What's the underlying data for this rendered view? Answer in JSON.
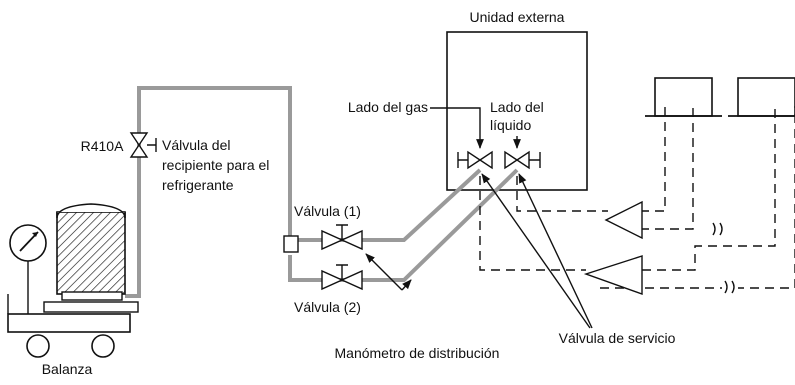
{
  "diagram": {
    "labels": {
      "outdoor_unit": "Unidad externa",
      "gas_side": "Lado del gas",
      "liquid_side_line1": "Lado del",
      "liquid_side_line2": "líquido",
      "refrigerant": "R410A",
      "container_valve_line1": "Válvula del",
      "container_valve_line2": "recipiente para el",
      "container_valve_line3": "refrigerante",
      "valve_1": "Válvula (1)",
      "valve_2": "Válvula (2)",
      "manifold_gauge": "Manómetro de distribución",
      "service_valve": "Válvula de servicio",
      "scale": "Balanza"
    },
    "colors": {
      "pipe": "#9a9a9a",
      "line": "#111111",
      "background": "#ffffff"
    },
    "icons": [
      "pressure-gauge-icon",
      "valve-icon",
      "indoor-unit-icon",
      "pipe-break-icon"
    ]
  }
}
